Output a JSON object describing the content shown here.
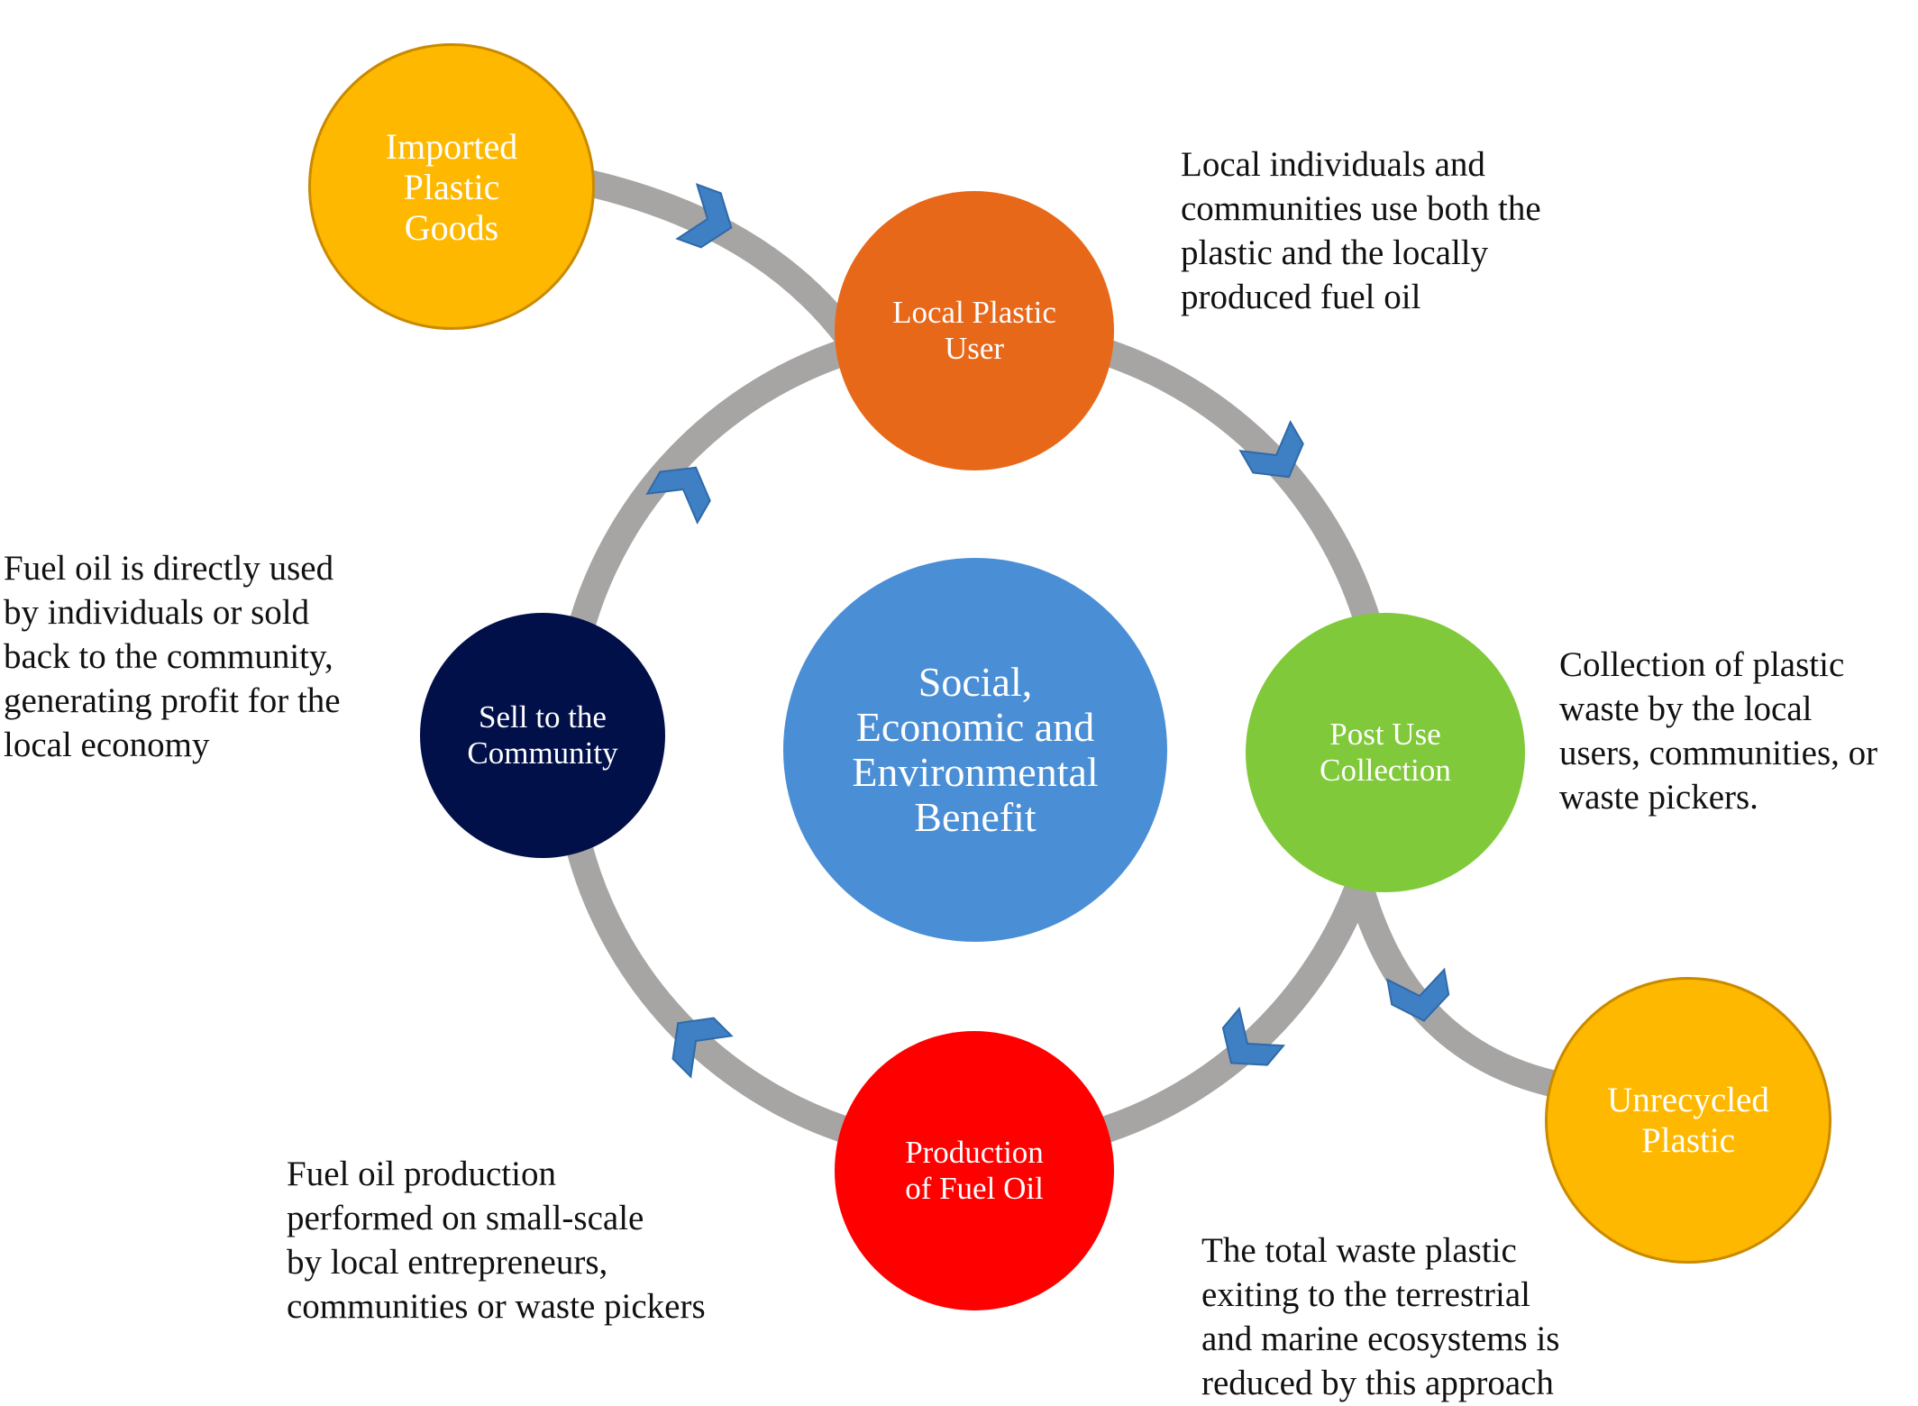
{
  "nodes": {
    "center": "Social,\nEconomic and\nEnvironmental\nBenefit",
    "imported": "Imported\nPlastic\nGoods",
    "local_user": "Local Plastic\nUser",
    "post_use": "Post Use\nCollection",
    "unrecycled": "Unrecycled\nPlastic",
    "production": "Production\nof Fuel Oil",
    "sell": "Sell to the\nCommunity"
  },
  "notes": {
    "local_user": "Local individuals  and\ncommunities  use both the\nplastic and the locally\nproduced fuel oil",
    "sell": "Fuel oil is directly used\nby individuals  or sold\nback to the community,\ngenerating  profit for the\nlocal economy",
    "post_use": "Collection  of plastic\nwaste by the local\nusers, communities,  or\nwaste pickers.",
    "production": "Fuel oil production\nperformed on small-scale\nby local  entrepreneurs,\ncommunities  or waste pickers",
    "unrecycled": "The total waste plastic\nexiting  to the terrestrial\nand marine ecosystems is\nreduced by this approach"
  },
  "colors": {
    "center": "#4a8ed6",
    "imported": "#ffb800",
    "local_user": "#e8681a",
    "post_use": "#80c93a",
    "unrecycled": "#ffb800",
    "production": "#ff0000",
    "sell": "#02104a",
    "connector": "#a7a4a4",
    "arrow": "#3f7fc3"
  },
  "icons": [
    "chevron-arrow-icon"
  ]
}
